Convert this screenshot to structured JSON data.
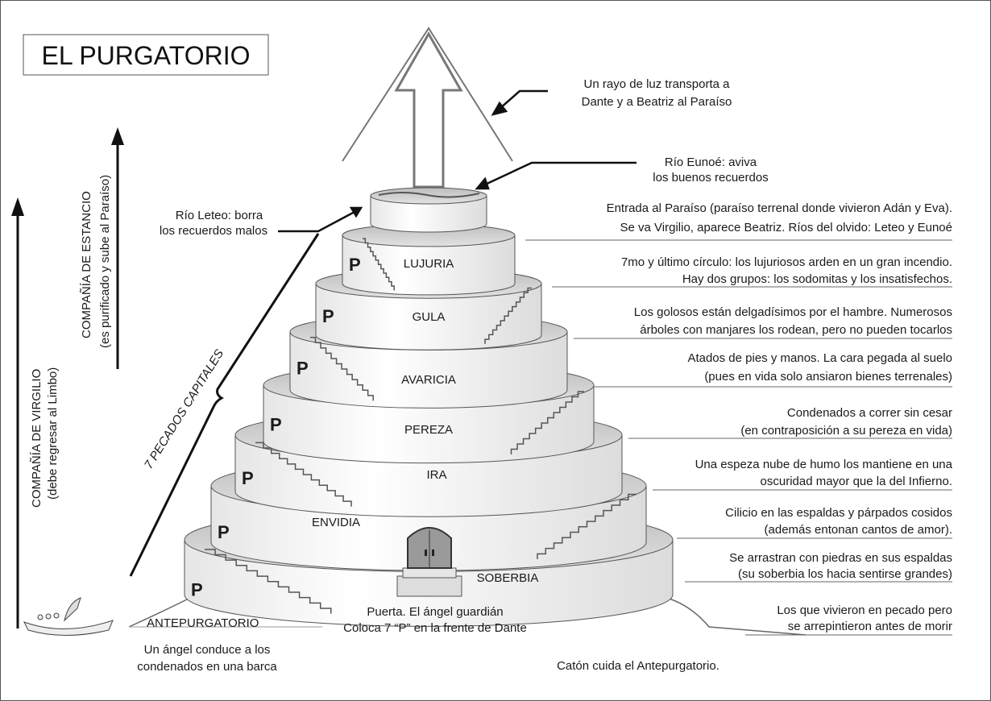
{
  "title": "EL PURGATORIO",
  "left_axis": {
    "virgilio": {
      "line1": "COMPAÑÍA DE VIRGILIO",
      "line2": "(debe regresar al Limbo)"
    },
    "estancio": {
      "line1": "COMPAÑÍA DE ESTANCIO",
      "line2": "(es purificado y sube al Paraíso)"
    },
    "pecados": "7 PECADOS CAPITALES"
  },
  "top": {
    "rayo": [
      "Un rayo de luz transporta a",
      "Dante y a Beatriz al Paraíso"
    ],
    "eunoe": [
      "Río Eunoé: aviva",
      "los buenos recuerdos"
    ],
    "leteo": [
      "Río Leteo: borra",
      "los recuerdos malos"
    ]
  },
  "tiers": [
    {
      "name": "LUJURIA",
      "mark": "P"
    },
    {
      "name": "GULA",
      "mark": "P"
    },
    {
      "name": "AVARICIA",
      "mark": "P"
    },
    {
      "name": "PEREZA",
      "mark": "P"
    },
    {
      "name": "IRA",
      "mark": "P"
    },
    {
      "name": "ENVIDIA",
      "mark": "P"
    },
    {
      "name": "SOBERBIA",
      "mark": "P"
    }
  ],
  "notes": [
    [
      "Entrada al Paraíso (paraíso terrenal donde vivieron Adán y Eva).",
      "Se va Virgilio, aparece Beatriz. Ríos del olvido: Leteo y Eunoé"
    ],
    [
      "7mo y último círculo: los lujuriosos arden en un gran incendio.",
      "Hay dos grupos: los sodomitas y los insatisfechos."
    ],
    [
      "Los golosos están delgadísimos por el hambre. Numerosos",
      "árboles con manjares los rodean, pero no pueden tocarlos"
    ],
    [
      "Atados de pies y manos. La cara pegada al suelo",
      "(pues en vida solo ansiaron bienes terrenales)"
    ],
    [
      "Condenados a correr sin cesar",
      "(en contraposición a su pereza en vida)"
    ],
    [
      "Una espeza nube de humo los mantiene en una",
      "oscuridad mayor que la del Infierno."
    ],
    [
      "Cilicio en las espaldas y párpados cosidos",
      "(además entonan cantos de amor)."
    ],
    [
      "Se arrastran con piedras en sus espaldas",
      "(su soberbia los hacia sentirse grandes)"
    ],
    [
      "Los que vivieron en pecado pero",
      "se arrepintieron antes de morir"
    ]
  ],
  "bottom": {
    "antepurgatorio": "ANTEPURGATORIO",
    "puerta": [
      "Puerta. El ángel guardián",
      "Coloca 7 “P” en la frente de Dante"
    ],
    "barca": [
      "Un ángel conduce a los",
      "condenados en una barca"
    ],
    "caton": "Catón cuida el Antepurgatorio."
  }
}
